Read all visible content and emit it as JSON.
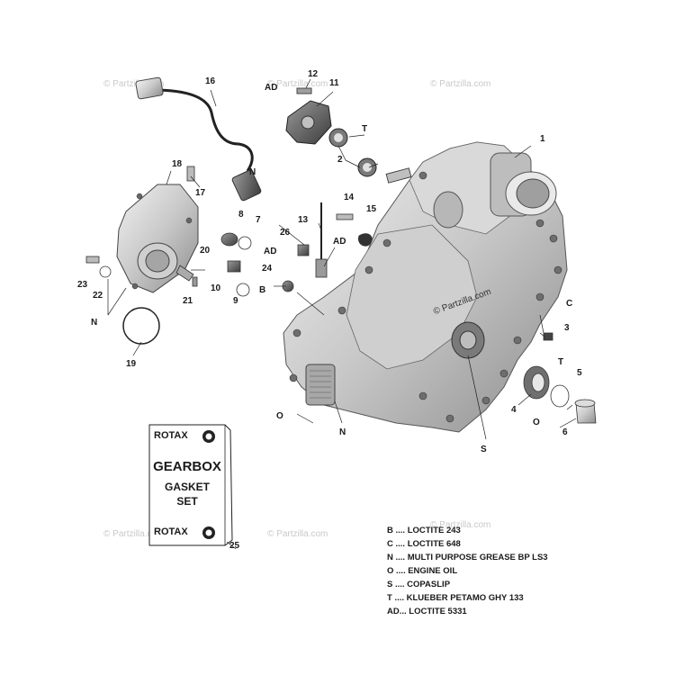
{
  "watermark": "© Partzilla.com",
  "center_watermark": "© Partzilla.com",
  "callouts": [
    "1",
    "2",
    "3",
    "4",
    "5",
    "6",
    "7",
    "8",
    "9",
    "10",
    "11",
    "12",
    "13",
    "14",
    "15",
    "16",
    "17",
    "18",
    "19",
    "20",
    "21",
    "22",
    "23",
    "24",
    "25",
    "26"
  ],
  "markers": {
    "T": "T",
    "N": "N",
    "C": "C",
    "O": "O",
    "S": "S",
    "AD": "AD",
    "B": "B"
  },
  "gasket_box": {
    "brand": "ROTAX",
    "title": "GEARBOX",
    "line2": "GASKET",
    "line3": "SET",
    "brand_bottom": "ROTAX"
  },
  "legend": [
    {
      "code": "B",
      "text": "B .... LOCTITE 243"
    },
    {
      "code": "C",
      "text": "C .... LOCTITE 648"
    },
    {
      "code": "N",
      "text": "N .... MULTI PURPOSE GREASE BP LS3"
    },
    {
      "code": "O",
      "text": "O .... ENGINE OIL"
    },
    {
      "code": "S",
      "text": "S .... COPASLIP"
    },
    {
      "code": "T",
      "text": "T .... KLUEBER PETAMO GHY 133"
    },
    {
      "code": "AD",
      "text": "AD... LOCTITE 5331"
    }
  ]
}
